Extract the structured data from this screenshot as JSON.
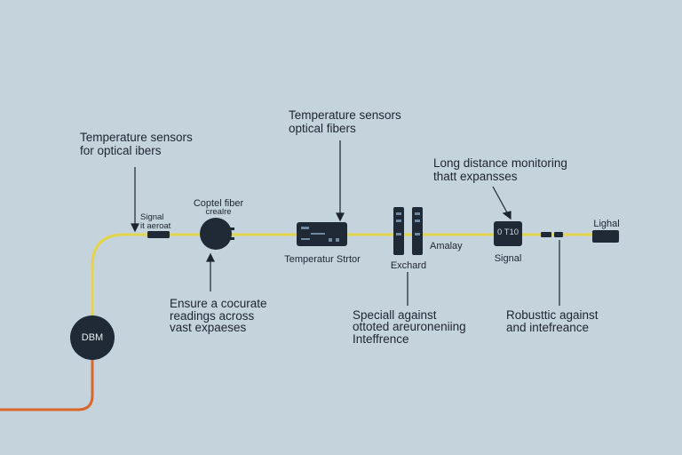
{
  "colors": {
    "background": "#c5d3dd",
    "fiber_yellow": "#e3d44a",
    "fiber_orange": "#d9662a",
    "device_dark": "#1f2a36",
    "annotation_line": "#1d2530"
  },
  "annotations": {
    "top_left": {
      "line1": "Temperature sensors",
      "line2": "for optical ibers"
    },
    "top_center": {
      "line1": "Temperature sensors",
      "line2": "optical fibers"
    },
    "top_right": {
      "line1": "Long distance monitoring",
      "line2": "thatt expansses"
    },
    "bottom_left": {
      "line1": "Ensure a cocurate",
      "line2": "readings across",
      "line3": "vast expaeses"
    },
    "bottom_center": {
      "line1": "Speciall against",
      "line2": "ottoted areuroneniing",
      "line3": "Inteffrence"
    },
    "bottom_right": {
      "line1": "Robusttic against",
      "line2": "and intefreance"
    }
  },
  "components": {
    "signal_box": {
      "label_line1": "Signal",
      "label_line2": "it aeroat"
    },
    "optical_fiber_node": {
      "label_line1": "Coptel fiber",
      "label_line2": "crealre"
    },
    "temperature_sensor": {
      "label": "Temperatur Strtor"
    },
    "exchange_pair": {
      "label": "Exchard"
    },
    "analyzer": {
      "label": "Amalay"
    },
    "signal_display": {
      "screen_text": "0 T10",
      "label": "Signal"
    },
    "light_output": {
      "label": "Lighal"
    },
    "origin_node": {
      "label": "DBM"
    }
  }
}
